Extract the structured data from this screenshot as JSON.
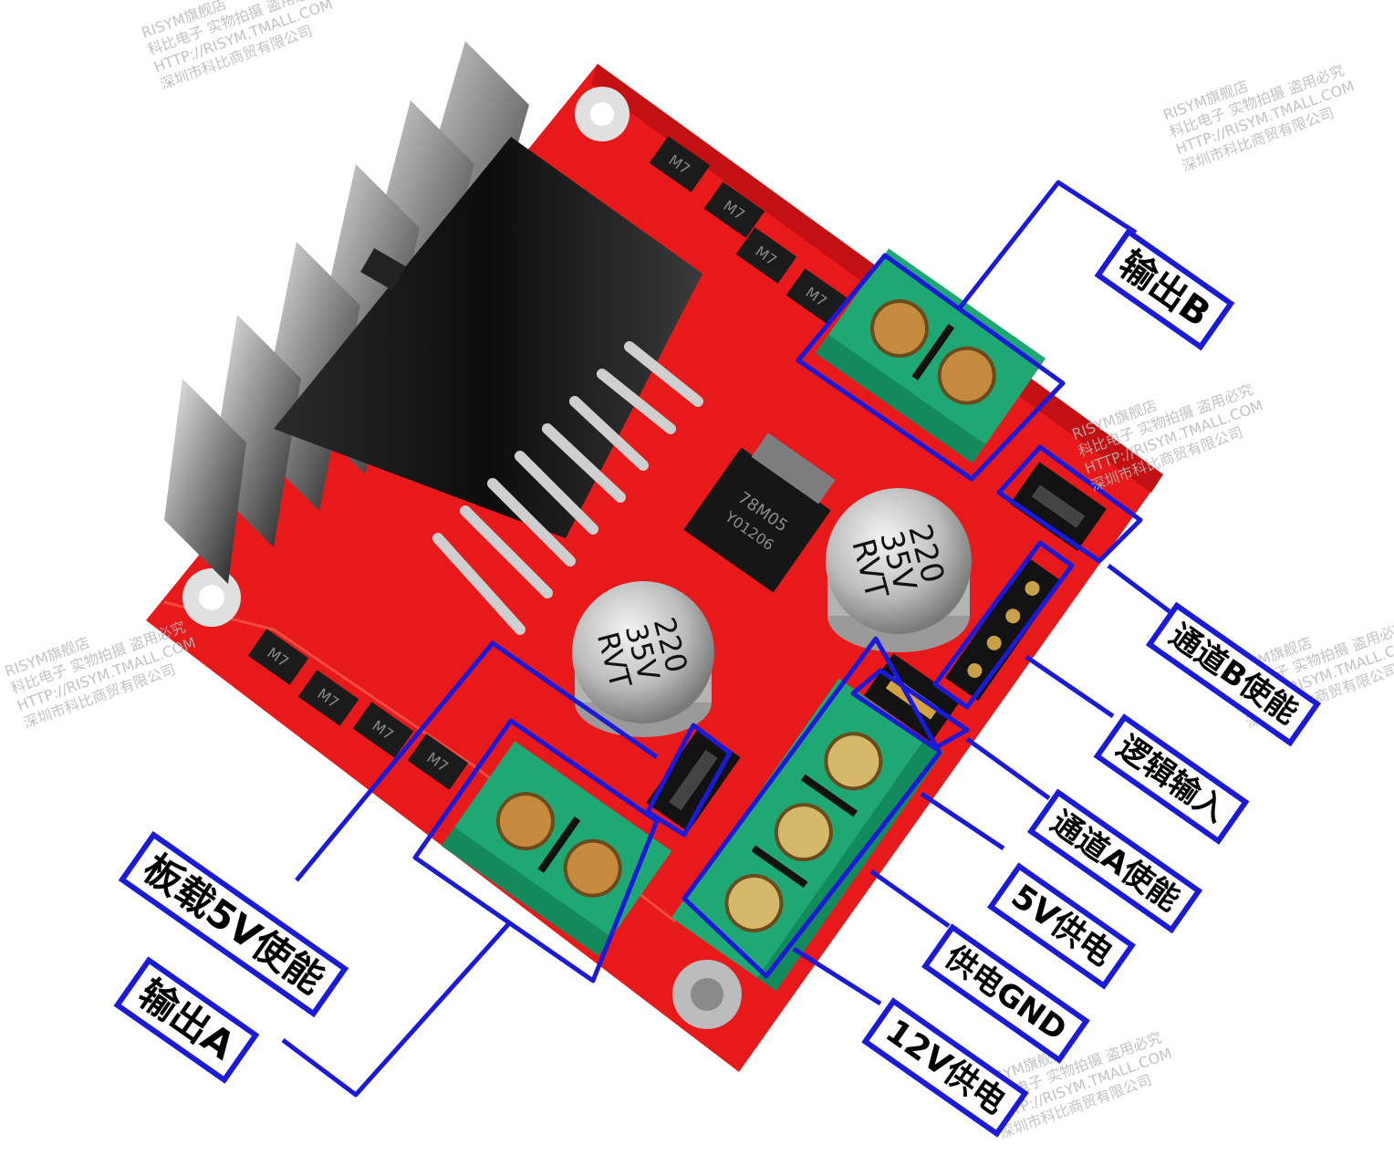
{
  "labels": {
    "output_b": "输出B",
    "channel_b_enable": "通道B使能",
    "logic_input": "逻辑输入",
    "channel_a_enable": "通道A使能",
    "v5_supply": "5V供电",
    "gnd_supply": "供电GND",
    "v12_supply": "12V供电",
    "onboard_5v_enable": "板载5V使能",
    "output_a": "输出A"
  },
  "components": {
    "regulator_marking_1": "78M05",
    "regulator_marking_2": "Y01206",
    "capacitor_value_1": "220",
    "capacitor_value_2": "35V",
    "capacitor_brand": "RVT",
    "diode_marking": "M7"
  },
  "watermark": {
    "line1": "RISYM旗舰店",
    "line2": "科比电子 实物拍摄 盗用必究",
    "line3": "HTTP://RISYM.TMALL.COM",
    "line4": "深圳市科比商贸有限公司"
  },
  "colors": {
    "pcb": "#e8191b",
    "terminal": "#1fa874",
    "callout": "#1a1ad8",
    "heatsink": "#141414"
  }
}
